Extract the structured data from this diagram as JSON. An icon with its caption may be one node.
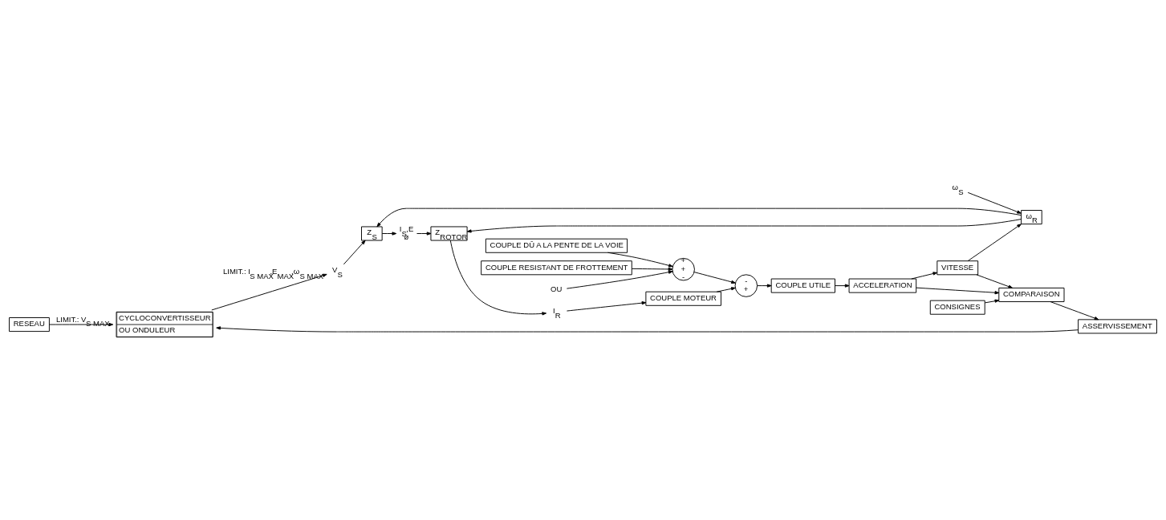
{
  "diagram": {
    "nodes": [
      {
        "text": [
          "RESEAU"
        ]
      },
      {
        "text": [
          "CYCLOCONVERTISSEUR",
          "OU ONDULEUR"
        ]
      },
      {
        "text": [
          "V$_{S}$"
        ]
      },
      {
        "text": [
          "ω$_{S}$"
        ]
      },
      {
        "text": [
          "Z$_{S}$"
        ]
      },
      {
        "text": [
          "I$_{S}$,E",
          "ø"
        ]
      },
      {
        "text": [
          "Z$_{ROTOR}$"
        ]
      },
      {
        "text": [
          "I$_{R}$"
        ]
      },
      {
        "text": [
          "COUPLE MOTEUR"
        ]
      },
      {
        "text": [
          "COUPLE DÛ A LA PENTE DE LA VOIE"
        ]
      },
      {
        "text": [
          "COUPLE RESISTANT DE FROTTEMENT"
        ]
      },
      {
        "text": [
          "+",
          "+",
          "-"
        ]
      },
      {
        "text": [
          "OU"
        ]
      },
      {
        "text": [
          "-",
          "+"
        ]
      },
      {
        "text": [
          "COUPLE UTILE"
        ]
      },
      {
        "text": [
          "ACCELERATION"
        ]
      },
      {
        "text": [
          "VITESSE"
        ]
      },
      {
        "text": [
          "ω$_{R}$"
        ]
      },
      {
        "text": [
          "ASSERVISSEMENT"
        ]
      },
      {
        "text": [
          "COMPARAISON"
        ]
      },
      {
        "text": [
          "CONSIGNES"
        ]
      }
    ],
    "edges": [
      {
        "from": 0,
        "to": 1,
        "arrow": "to",
        "label": "LIMIT.: V$_{S MAX}$"
      },
      {
        "from": 1,
        "to": 2,
        "arrow": "to",
        "label": "LIMIT.: I$_{S MAX}$,E$_{MAX}$,ω$_{S MAX}$"
      },
      {
        "from": 2,
        "to": 4,
        "arrow": "to"
      },
      {
        "from": 4,
        "to": 5,
        "arrow": "to"
      },
      {
        "from": 5,
        "to": 6,
        "arrow": "to"
      },
      {
        "from": 6,
        "to": 7,
        "arrow": "to"
      },
      {
        "from": 7,
        "to": 8,
        "arrow": "to"
      },
      {
        "from": 8,
        "to": 13,
        "arrow": "to"
      },
      {
        "from": 9,
        "to": 11,
        "arrow": "to"
      },
      {
        "from": 10,
        "to": 11,
        "arrow": "to"
      },
      {
        "from": 12,
        "to": 11,
        "arrow": "to"
      },
      {
        "from": 11,
        "to": 13,
        "arrow": "to"
      },
      {
        "from": 13,
        "to": 14,
        "arrow": "to"
      },
      {
        "from": 14,
        "to": 15,
        "arrow": "to"
      },
      {
        "from": 15,
        "to": 16,
        "arrow": "to"
      },
      {
        "from": 16,
        "to": 17,
        "arrow": "to"
      },
      {
        "from": 17,
        "to": 4,
        "arrow": "to"
      },
      {
        "from": 17,
        "to": 6,
        "arrow": "to"
      },
      {
        "from": 3,
        "to": 17,
        "arrow": "to"
      },
      {
        "from": 15,
        "to": 19,
        "arrow": "to"
      },
      {
        "from": 16,
        "to": 19,
        "arrow": "to"
      },
      {
        "from": 20,
        "to": 19,
        "arrow": "to"
      },
      {
        "from": 19,
        "to": 18,
        "arrow": "to"
      },
      {
        "from": 18,
        "to": 1,
        "arrow": "to"
      }
    ]
  }
}
